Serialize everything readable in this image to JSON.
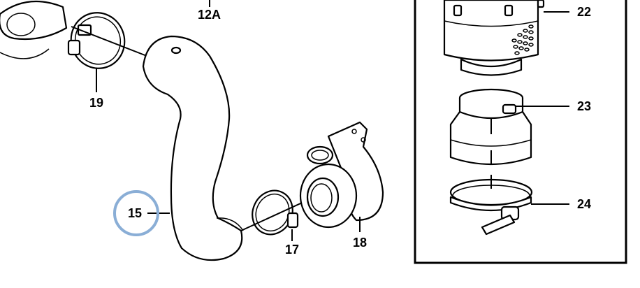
{
  "labels": {
    "l12a": "12A",
    "l19": "19",
    "l15": "15",
    "l17": "17",
    "l18": "18",
    "l22": "22",
    "l23": "23",
    "l24": "24"
  },
  "colors": {
    "line": "#000000",
    "highlight_ring": "#8aaed6",
    "background": "#ffffff"
  },
  "icons": {
    "clamp": "hose-clamp-icon",
    "turbo": "turbocharger-icon",
    "filter": "air-filter-icon"
  }
}
